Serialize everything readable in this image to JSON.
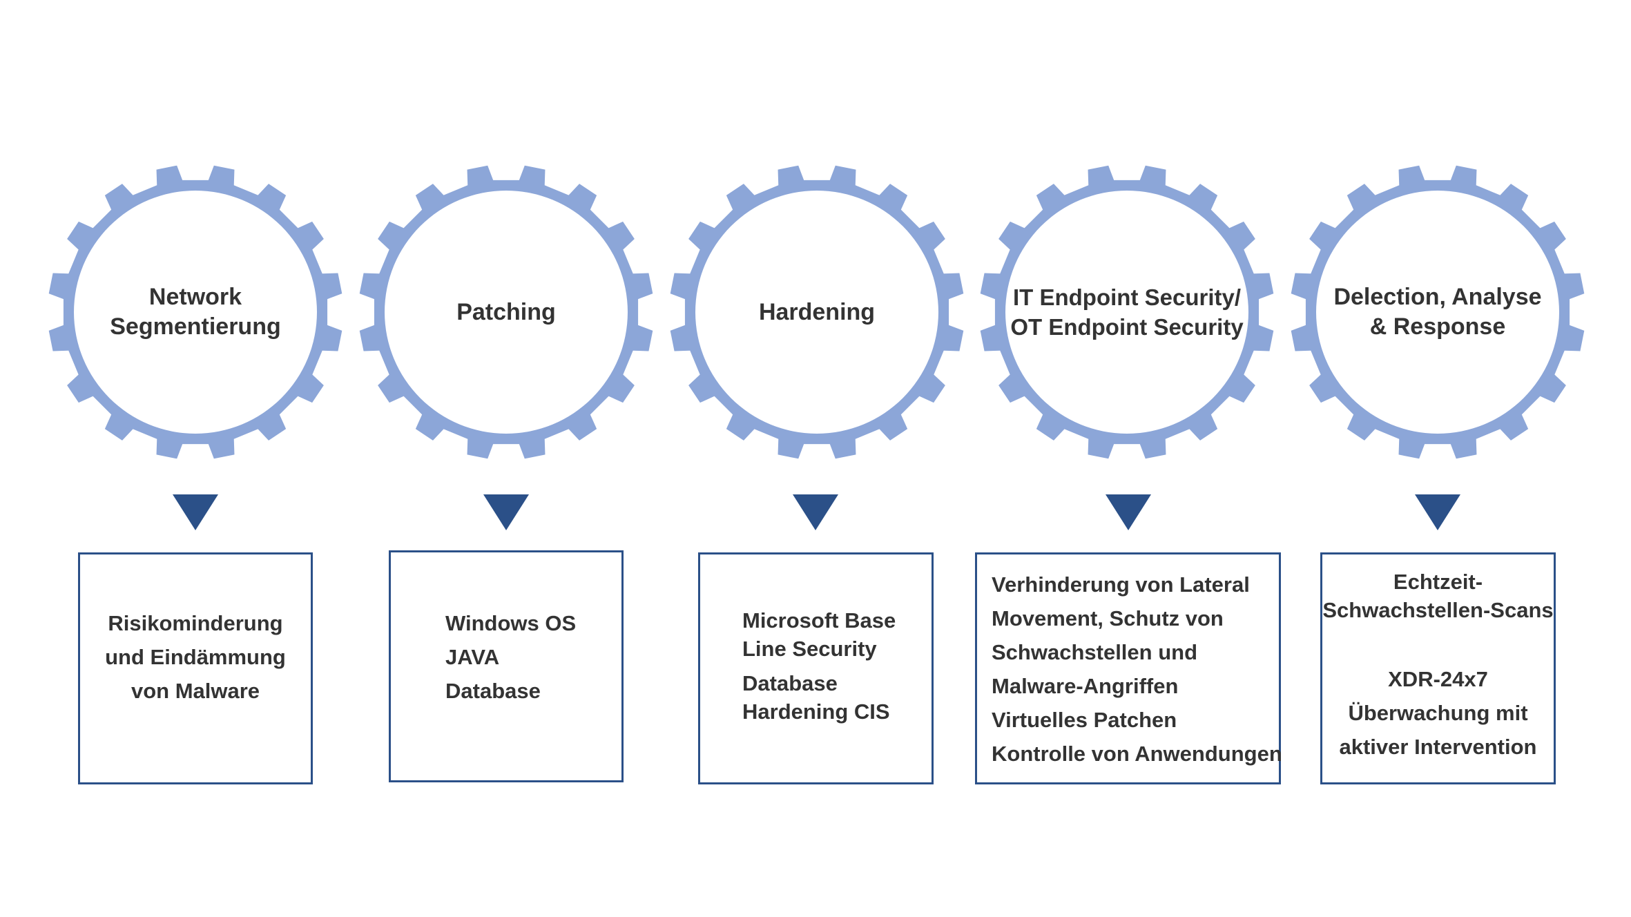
{
  "colors": {
    "gear": "#8ca6d8",
    "accent": "#2b5088",
    "text": "#333333"
  },
  "steps": [
    {
      "title": [
        "Network",
        "Segmentierung"
      ],
      "details": [
        "Risikominderung",
        "und Eindämmung",
        "von Malware"
      ]
    },
    {
      "title": [
        "Patching"
      ],
      "details": [
        "Windows OS",
        "JAVA",
        "Database"
      ]
    },
    {
      "title": [
        "Hardening"
      ],
      "details": [
        "Microsoft Base",
        "Line Security",
        "Database",
        "Hardening CIS"
      ]
    },
    {
      "title": [
        "IT Endpoint Security/",
        "OT Endpoint Security"
      ],
      "details": [
        "Verhinderung von Lateral",
        "Movement, Schutz von",
        "Schwachstellen und",
        "Malware-Angriffen",
        "Virtuelles Patchen",
        "Kontrolle von Anwendungen"
      ]
    },
    {
      "title": [
        "Delection, Analyse",
        "& Response"
      ],
      "details": [
        "Echtzeit-",
        "Schwachstellen-Scans",
        "XDR-24x7",
        "Überwachung mit",
        "aktiver Intervention"
      ]
    }
  ]
}
